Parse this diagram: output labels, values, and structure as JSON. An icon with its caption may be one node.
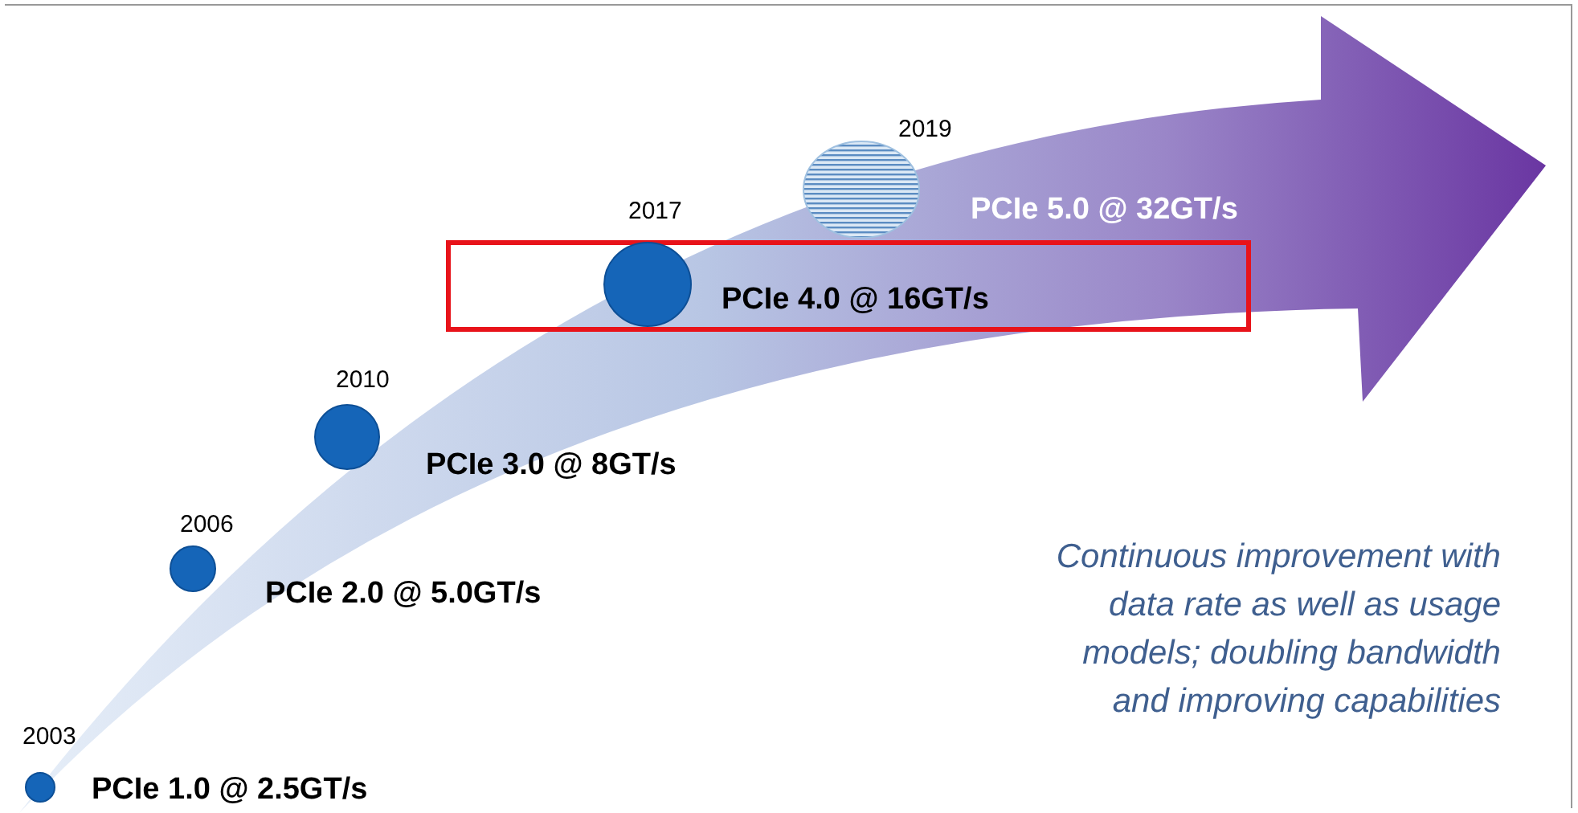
{
  "diagram": {
    "nodes": [
      {
        "text": [],
        "shape": "circle",
        "beside": [
          "2003",
          "PCIe 1.0 @ 2.5GT/s"
        ]
      },
      {
        "text": [],
        "shape": "circle",
        "beside": [
          "2006",
          "PCIe 2.0 @ 5.0GT/s"
        ]
      },
      {
        "text": [],
        "shape": "circle",
        "beside": [
          "2010",
          "PCIe 3.0 @ 8GT/s"
        ]
      },
      {
        "text": [],
        "shape": "circle",
        "beside": [
          "2017",
          "PCIe 4.0 @ 16GT/s"
        ]
      },
      {
        "text": [],
        "shape": "circle",
        "beside": [
          "2019",
          "PCIe 5.0 @ 32GT/s"
        ]
      }
    ],
    "labels": [
      "Continuous improvement with data rate as well as usage models; doubling bandwidth and improving capabilities"
    ]
  }
}
